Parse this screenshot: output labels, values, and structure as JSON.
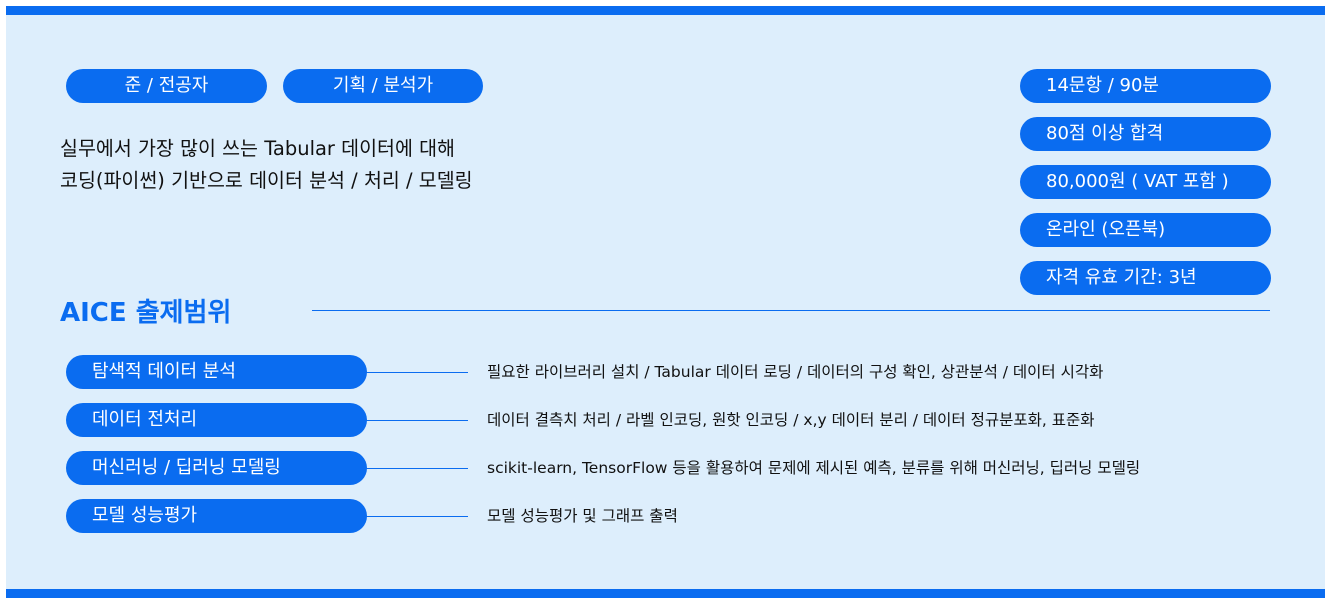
{
  "targets": [
    "준 / 전공자",
    "기획 / 분석가"
  ],
  "description": [
    "실무에서 가장 많이 쓰는 Tabular 데이터에 대해",
    "코딩(파이썬) 기반으로 데이터 분석 / 처리 / 모델링"
  ],
  "exam_info": [
    "14문항 / 90분",
    "80점 이상 합격",
    "80,000원 ( VAT 포함 )",
    "온라인 (오픈북)",
    "자격 유효 기간: 3년"
  ],
  "scope": {
    "title": "AICE 출제범위",
    "items": [
      {
        "label": "탐색적 데이터 분석",
        "detail": "필요한 라이브러리 설치 / Tabular 데이터 로딩 / 데이터의 구성 확인, 상관분석 / 데이터 시각화"
      },
      {
        "label": "데이터 전처리",
        "detail": "데이터 결측치 처리 / 라벨 인코딩, 원핫 인코딩 / x,y 데이터 분리 / 데이터 정규분포화, 표준화"
      },
      {
        "label": "머신러닝 / 딥러닝 모델링",
        "detail": "scikit-learn, TensorFlow 등을 활용하여 문제에 제시된 예측, 분류를 위해 머신러닝, 딥러닝 모델링"
      },
      {
        "label": "모델 성능평가",
        "detail": "모델 성능평가 및 그래프 출력"
      }
    ]
  },
  "colors": {
    "accent": "#0a6cf0",
    "panel_bg": "#ddeefc",
    "text": "#111111"
  }
}
